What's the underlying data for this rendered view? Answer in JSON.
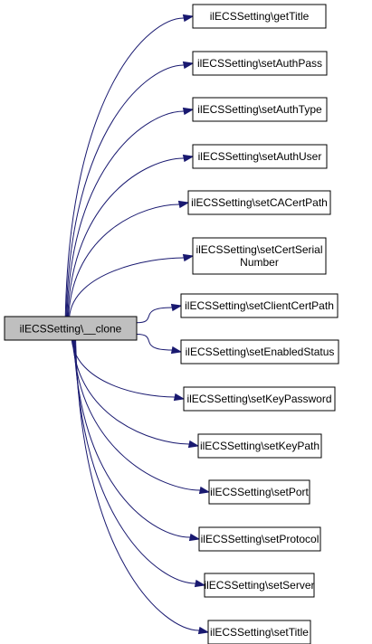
{
  "diagram": {
    "root": {
      "label": "ilECSSetting\\__clone"
    },
    "edge_color": "#191970",
    "root_fill": "#bfbfbf",
    "targets": [
      {
        "id": "getTitle",
        "lines": [
          "ilECSSetting\\getTitle"
        ]
      },
      {
        "id": "setAuthPass",
        "lines": [
          "ilECSSetting\\setAuthPass"
        ]
      },
      {
        "id": "setAuthType",
        "lines": [
          "ilECSSetting\\setAuthType"
        ]
      },
      {
        "id": "setAuthUser",
        "lines": [
          "ilECSSetting\\setAuthUser"
        ]
      },
      {
        "id": "setCACertPath",
        "lines": [
          "ilECSSetting\\setCACertPath"
        ]
      },
      {
        "id": "setCertSerialNumber",
        "lines": [
          "ilECSSetting\\setCertSerial",
          "Number"
        ]
      },
      {
        "id": "setClientCertPath",
        "lines": [
          "ilECSSetting\\setClientCertPath"
        ]
      },
      {
        "id": "setEnabledStatus",
        "lines": [
          "ilECSSetting\\setEnabledStatus"
        ]
      },
      {
        "id": "setKeyPassword",
        "lines": [
          "ilECSSetting\\setKeyPassword"
        ]
      },
      {
        "id": "setKeyPath",
        "lines": [
          "ilECSSetting\\setKeyPath"
        ]
      },
      {
        "id": "setPort",
        "lines": [
          "ilECSSetting\\setPort"
        ]
      },
      {
        "id": "setProtocol",
        "lines": [
          "ilECSSetting\\setProtocol"
        ]
      },
      {
        "id": "setServer",
        "lines": [
          "ilECSSetting\\setServer"
        ]
      },
      {
        "id": "setTitle",
        "lines": [
          "ilECSSetting\\setTitle"
        ]
      }
    ]
  }
}
